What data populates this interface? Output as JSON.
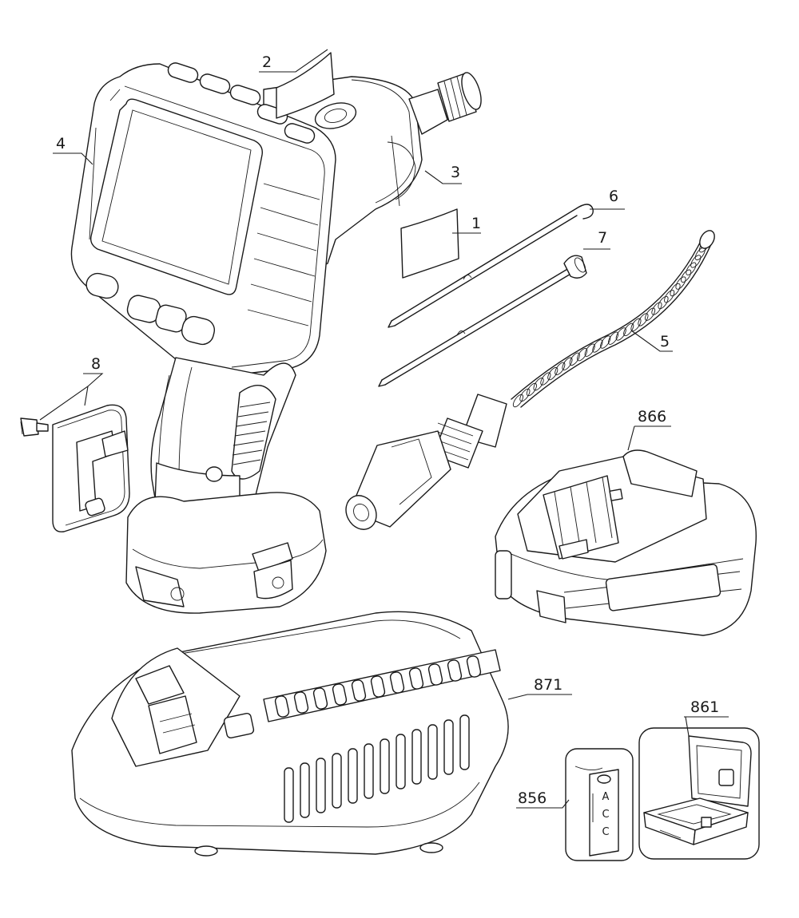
{
  "parts": [
    {
      "id": "p2",
      "label": "2",
      "name": "label-2"
    },
    {
      "id": "p3",
      "label": "3",
      "name": "label-3"
    },
    {
      "id": "p4",
      "label": "4",
      "name": "label-4"
    },
    {
      "id": "p6",
      "label": "6",
      "name": "label-6"
    },
    {
      "id": "p1",
      "label": "1",
      "name": "label-1"
    },
    {
      "id": "p7",
      "label": "7",
      "name": "label-7"
    },
    {
      "id": "p5",
      "label": "5",
      "name": "label-5"
    },
    {
      "id": "p8",
      "label": "8",
      "name": "label-8"
    },
    {
      "id": "p866",
      "label": "866",
      "name": "label-866"
    },
    {
      "id": "p871",
      "label": "871",
      "name": "label-871"
    },
    {
      "id": "p861",
      "label": "861",
      "name": "label-861"
    },
    {
      "id": "p856",
      "label": "856",
      "name": "label-856"
    }
  ],
  "tag_text": [
    "A",
    "C",
    "C"
  ]
}
